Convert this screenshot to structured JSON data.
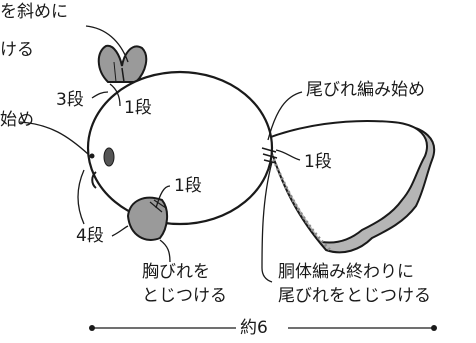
{
  "labels": {
    "dorsal_fin_note_line1": "を斜めに",
    "dorsal_fin_note_line2": "ける",
    "step_3": "3段",
    "step_1_top": "1段",
    "start_left": "始め",
    "tail_start": "尾びれ編み始め",
    "step_1_right": "1段",
    "step_1_bottom": "1段",
    "step_4": "4段",
    "pectoral_fin_line1": "胸びれを",
    "pectoral_fin_line2": "とじつける",
    "body_end_line1": "胴体編み終わりに",
    "body_end_line2": "尾びれをとじつける",
    "width_label": "約6"
  },
  "colors": {
    "outline": "#1a1a1a",
    "fin_gray": "#9a9a9a",
    "tail_light": "#cfcfcf",
    "tail_shadow": "#b5b5b5"
  }
}
